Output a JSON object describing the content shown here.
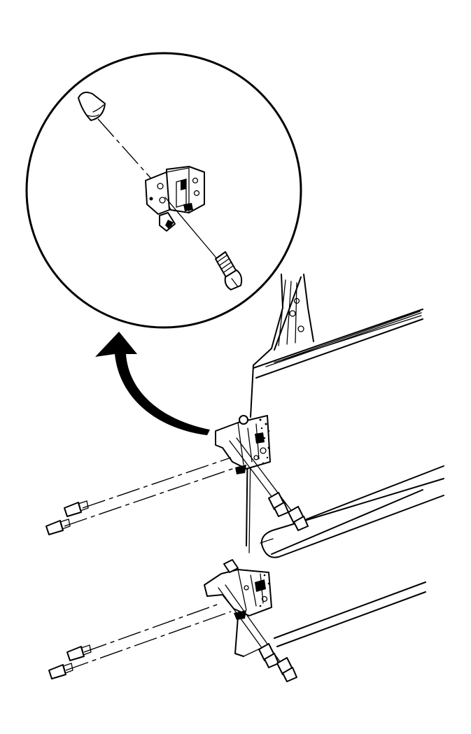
{
  "diagram": {
    "parts": [
      {
        "name": "detail-magnifier-circle"
      },
      {
        "name": "hinge-pin-cap"
      },
      {
        "name": "hinge-assembly-detail"
      },
      {
        "name": "hinge-bolt-detail"
      },
      {
        "name": "pointer-arrow"
      },
      {
        "name": "door-frame-pillar"
      },
      {
        "name": "door-upper-edge"
      },
      {
        "name": "door-body-molding"
      },
      {
        "name": "upper-door-hinge"
      },
      {
        "name": "lower-door-hinge"
      },
      {
        "name": "upper-hinge-bolts"
      },
      {
        "name": "lower-hinge-bolts"
      }
    ]
  },
  "colors": {
    "ink": "#000000",
    "paper": "#ffffff"
  }
}
